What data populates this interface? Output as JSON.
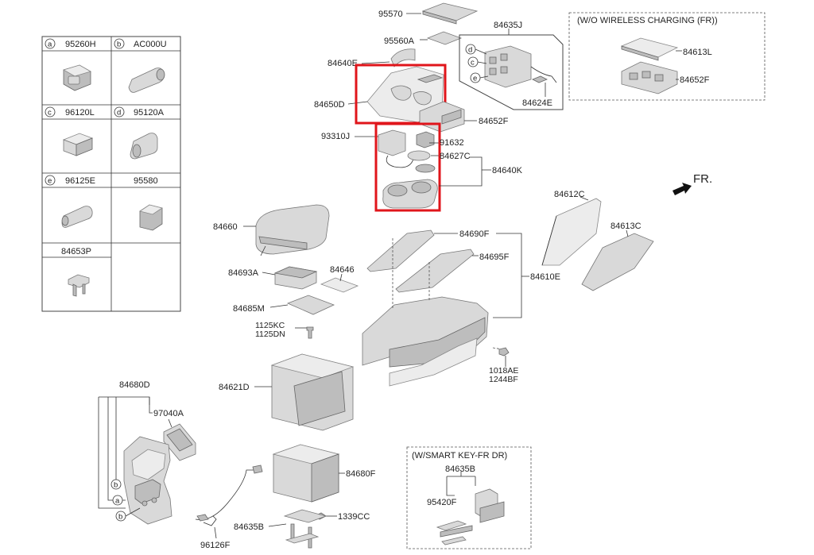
{
  "legend_cells": [
    {
      "letter": "a",
      "code": "95260H"
    },
    {
      "letter": "b",
      "code": "AC000U"
    },
    {
      "letter": "c",
      "code": "96120L"
    },
    {
      "letter": "d",
      "code": "95120A"
    },
    {
      "letter": "e",
      "code": "96125E"
    },
    {
      "letter": "",
      "code": "95580"
    },
    {
      "letter": "",
      "code": "84653P"
    }
  ],
  "boxes": {
    "wireless_title": "(W/O WIRELESS CHARGING (FR))",
    "smartkey_title": "(W/SMART KEY-FR DR)"
  },
  "direction_label": "FR.",
  "part_labels": {
    "p95570": "95570",
    "p95560a": "95560A",
    "p84640e": "84640E",
    "p84635j": "84635J",
    "p84624e": "84624E",
    "p84650d": "84650D",
    "p84652f": "84652F",
    "p93310j": "93310J",
    "p91632": "91632",
    "p84627c": "84627C",
    "p84640k": "84640K",
    "p84613l": "84613L",
    "p84652f_b": "84652F",
    "p84612c": "84612C",
    "p84613c": "84613C",
    "p84660": "84660",
    "p84690f": "84690F",
    "p84695f": "84695F",
    "p84610e": "84610E",
    "p84693a": "84693A",
    "p84646": "84646",
    "p84685m": "84685M",
    "p1125kc": "1125KC",
    "p1125dn": "1125DN",
    "p84621d": "84621D",
    "p1018ae": "1018AE",
    "p1244bf": "1244BF",
    "p84680d": "84680D",
    "p97040a": "97040A",
    "p84680f": "84680F",
    "p1339cc": "1339CC",
    "p84635b": "84635B",
    "p96126f": "96126F",
    "p84635b_box": "84635B",
    "p95420f": "95420F"
  },
  "callouts": {
    "d": "d",
    "c": "c",
    "e": "e",
    "b1": "b",
    "a1": "a",
    "b2": "b"
  }
}
